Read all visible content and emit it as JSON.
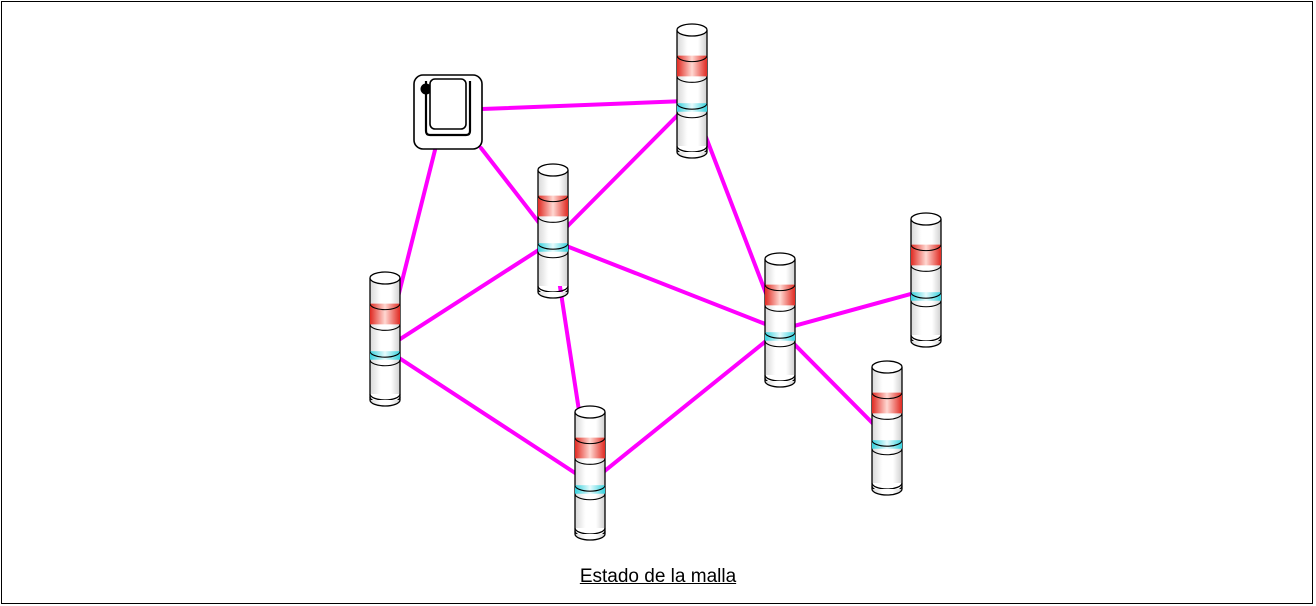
{
  "caption": "Estado de la malla",
  "colors": {
    "link": "#ff00ff",
    "red_band": "#e8403a",
    "cyan_band": "#40d8e0",
    "outline": "#000000"
  },
  "nodes": [
    {
      "id": "gateway",
      "kind": "gateway-icon"
    },
    {
      "id": "n1",
      "kind": "signal-tower-icon"
    },
    {
      "id": "n2",
      "kind": "signal-tower-icon"
    },
    {
      "id": "n3",
      "kind": "signal-tower-icon"
    },
    {
      "id": "n4",
      "kind": "signal-tower-icon"
    },
    {
      "id": "n5",
      "kind": "signal-tower-icon"
    },
    {
      "id": "n6",
      "kind": "signal-tower-icon"
    },
    {
      "id": "n7",
      "kind": "signal-tower-icon"
    }
  ],
  "links": [
    [
      "gateway",
      "n2"
    ],
    [
      "gateway",
      "n3"
    ],
    [
      "gateway",
      "n1"
    ],
    [
      "n2",
      "n3"
    ],
    [
      "n2",
      "n5"
    ],
    [
      "n3",
      "n1"
    ],
    [
      "n3",
      "n4"
    ],
    [
      "n3",
      "n5"
    ],
    [
      "n1",
      "n4"
    ],
    [
      "n4",
      "n5"
    ],
    [
      "n5",
      "n6"
    ],
    [
      "n5",
      "n7"
    ]
  ]
}
